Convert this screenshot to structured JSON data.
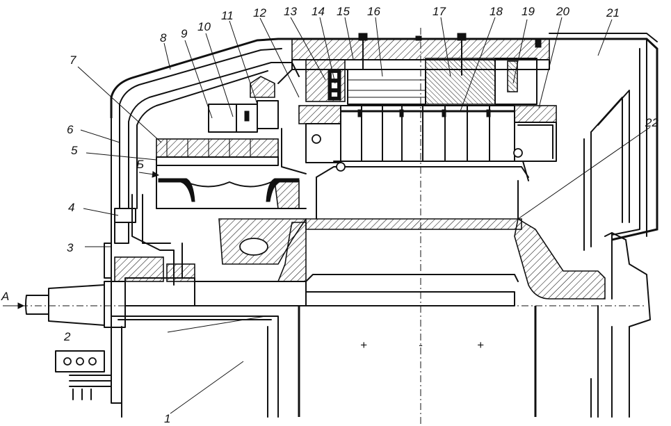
{
  "callouts": [
    "1",
    "2",
    "3",
    "4",
    "5",
    "6",
    "7",
    "8",
    "9",
    "10",
    "11",
    "12",
    "13",
    "14",
    "15",
    "16",
    "17",
    "18",
    "19",
    "20",
    "21",
    "22"
  ],
  "flow_markers": {
    "a": "A",
    "b": "Б"
  },
  "center_marks": {
    "left": "+",
    "middle": "-",
    "right": "+"
  }
}
